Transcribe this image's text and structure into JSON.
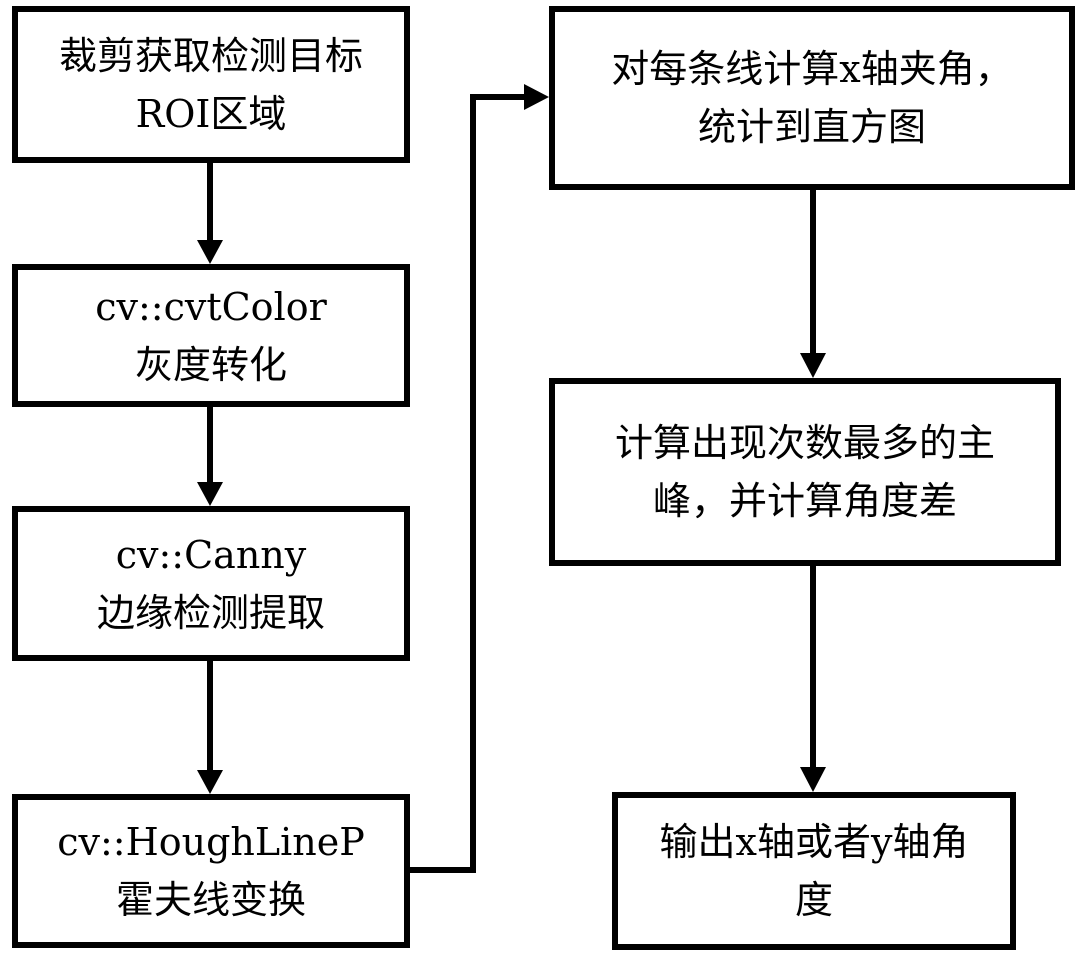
{
  "nodes": {
    "roi": {
      "line1": "裁剪获取检测目标",
      "line2": "ROI区域"
    },
    "cvtcolor": {
      "line1": "cv::cvtColor",
      "line2": "灰度转化"
    },
    "canny": {
      "line1": "cv::Canny",
      "line2": "边缘检测提取"
    },
    "hough": {
      "line1": "cv::HoughLineP",
      "line2": "霍夫线变换"
    },
    "angle": {
      "line1": "对每条线计算x轴夹角，",
      "line2": "统计到直方图"
    },
    "peak": {
      "line1": "计算出现次数最多的主",
      "line2": "峰，并计算角度差"
    },
    "output": {
      "line1": "输出x轴或者y轴角",
      "line2": "度"
    }
  },
  "colors": {
    "stroke": "#000000",
    "fill": "#ffffff"
  }
}
